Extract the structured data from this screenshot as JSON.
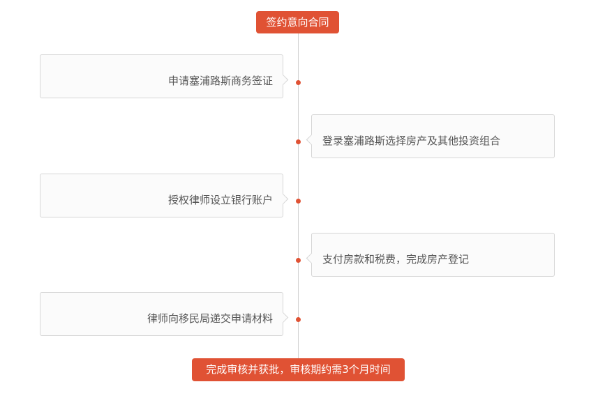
{
  "start_label": "签约意向合同",
  "end_label": "完成审核并获批，审核期约需3个月时间",
  "accent_color": "#e05234",
  "steps": [
    {
      "text": "申请塞浦路斯商务签证",
      "side": "left"
    },
    {
      "text": "登录塞浦路斯选择房产及其他投资组合",
      "side": "right"
    },
    {
      "text": "授权律师设立银行账户",
      "side": "left"
    },
    {
      "text": "支付房款和税费，完成房产登记",
      "side": "right"
    },
    {
      "text": "律师向移民局递交申请材料",
      "side": "left"
    }
  ]
}
